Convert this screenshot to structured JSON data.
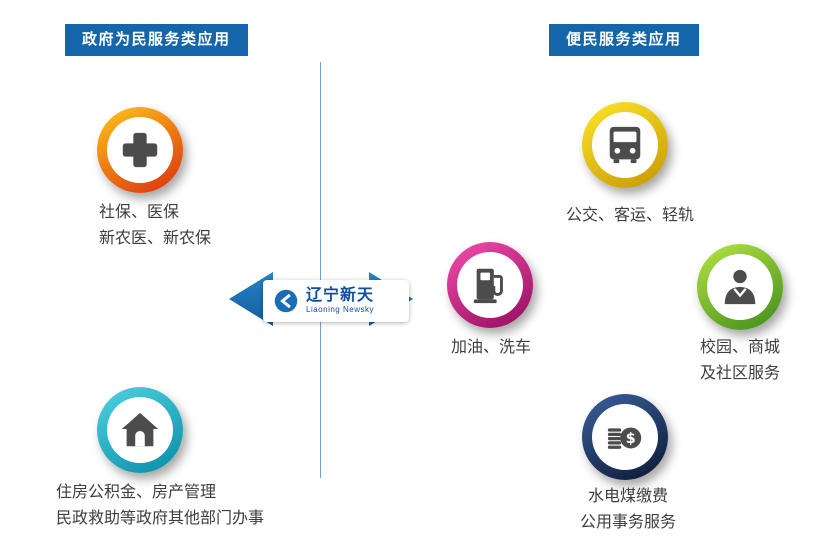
{
  "headers": {
    "left": "政府为民服务类应用",
    "right": "便民服务类应用"
  },
  "logo": {
    "title": "辽宁新天",
    "subtitle": "Liaoning Newsky",
    "icon": "newsky-logo-icon",
    "color": "#0f4f9e"
  },
  "divider": {
    "color": "#6fa3d4"
  },
  "arrow": {
    "icon": "double-arrow",
    "color": "#1b6fb4"
  },
  "header_color": "#1565ab",
  "items": {
    "social": {
      "label": "社保、医保\n新农医、新农保",
      "icon": "medical-cross-icon",
      "ring_colors": [
        "#f8b018",
        "#de3d10"
      ]
    },
    "housing": {
      "label": "住房公积金、房产管理\n民政救助等政府其他部门办事",
      "icon": "home-icon",
      "ring_colors": [
        "#45c8d8",
        "#0e93ad"
      ]
    },
    "transit": {
      "label": "公交、客运、轻轨",
      "icon": "bus-icon",
      "ring_colors": [
        "#f6da24",
        "#cb9f08"
      ]
    },
    "fuel": {
      "label": "加油、洗车",
      "icon": "fuel-pump-icon",
      "ring_colors": [
        "#e5449f",
        "#9c1267"
      ]
    },
    "campus": {
      "label": "校园、商城\n及社区服务",
      "icon": "person-icon",
      "ring_colors": [
        "#a5d83d",
        "#4a9420"
      ]
    },
    "utilities": {
      "label": "水电煤缴费\n公用事务服务",
      "icon": "coins-icon",
      "ring_colors": [
        "#33568e",
        "#101f3c"
      ]
    }
  }
}
